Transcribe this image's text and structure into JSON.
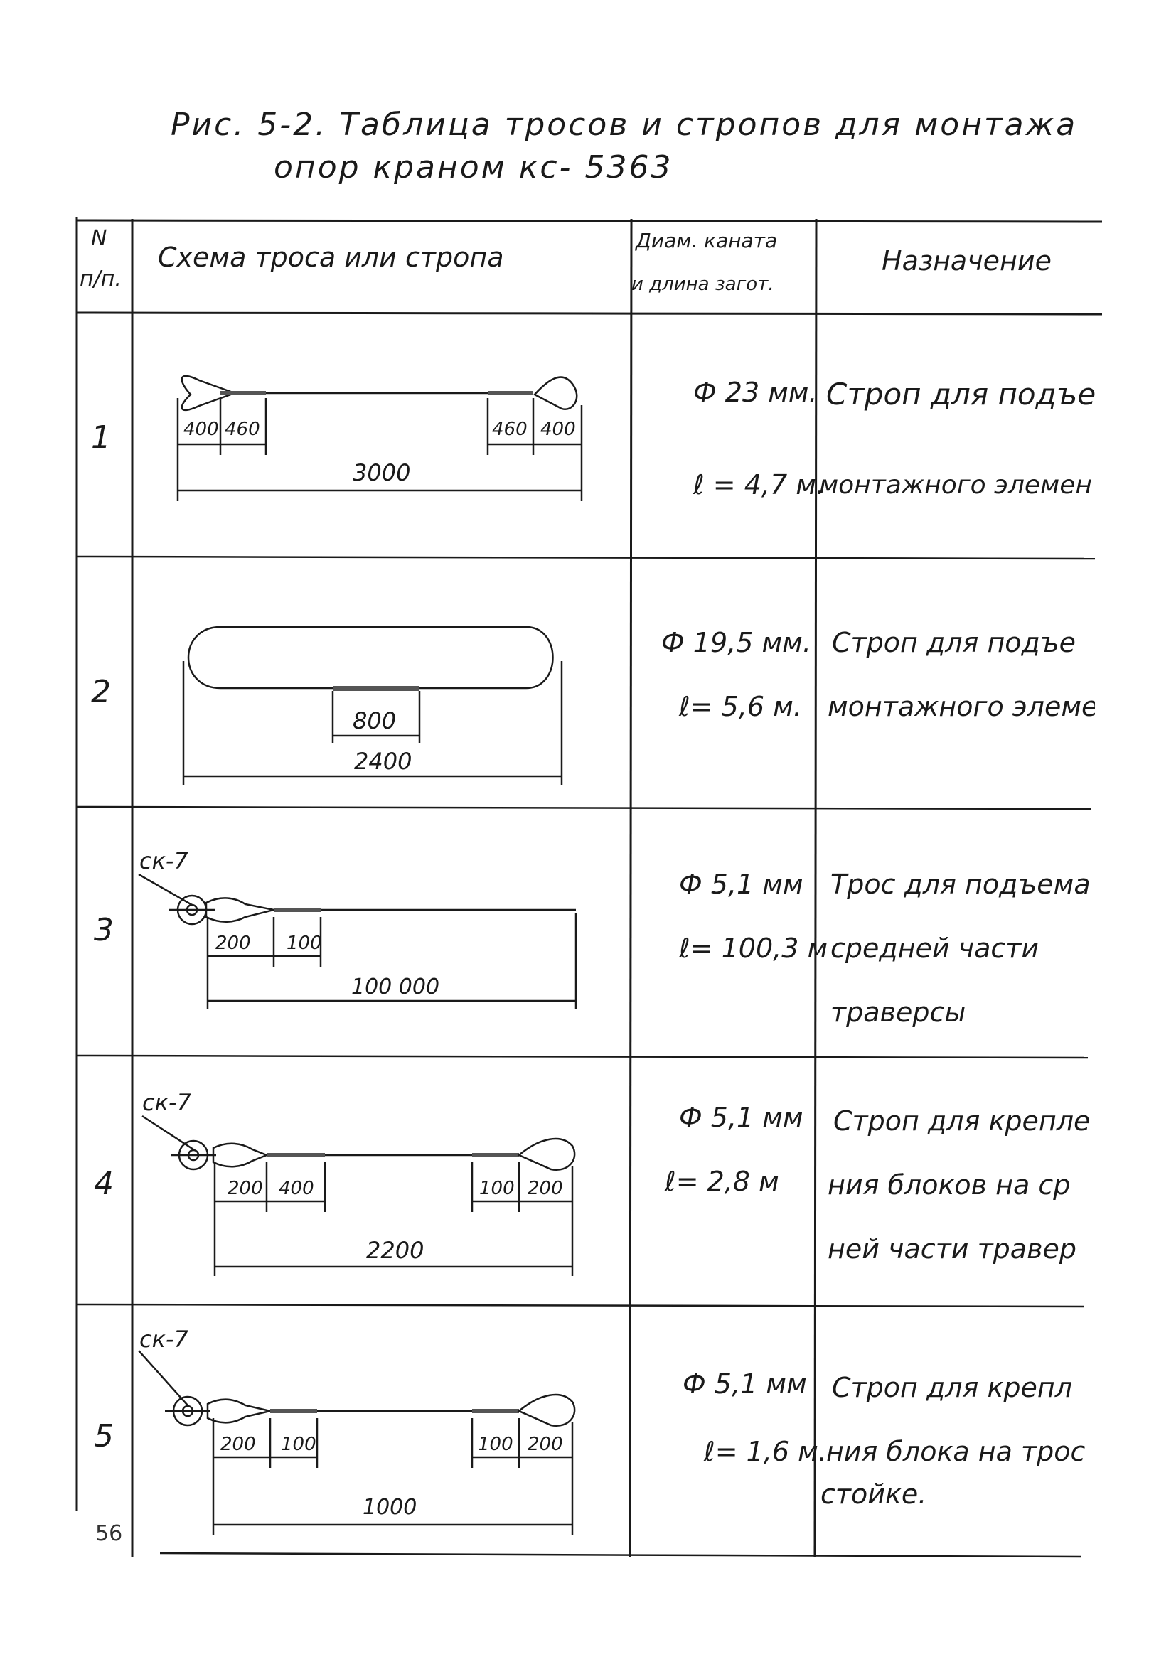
{
  "title": {
    "line1": "Рис. 5-2. Таблица тросов и стропов для монтажа",
    "line2": "опор краном кс- 5363"
  },
  "header": {
    "no_line1": "N",
    "no_line2": "п/п.",
    "scheme": "Схема троса или стропа",
    "diam_line1": "Диам. каната",
    "diam_line2": "и длина загот.",
    "purpose": "Назначение"
  },
  "rows": [
    {
      "no": "1",
      "dims": [
        "400",
        "460",
        "460",
        "400",
        "3000"
      ],
      "diameter": "Ф 23 мм.",
      "length": "ℓ = 4,7 м.",
      "purpose": [
        "Строп для подъе",
        "монтажного элемен"
      ]
    },
    {
      "no": "2",
      "dims": [
        "800",
        "2400"
      ],
      "diameter": "Ф 19,5 мм.",
      "length": "ℓ= 5,6 м.",
      "purpose": [
        "Строп для подъе",
        "монтажного элемен"
      ]
    },
    {
      "no": "3",
      "tag": "ск-7",
      "dims": [
        "200",
        "100",
        "100 000"
      ],
      "diameter": "Ф 5,1 мм",
      "length": "ℓ= 100,3 м",
      "purpose": [
        "Трос для подъема",
        "средней части",
        "траверсы"
      ]
    },
    {
      "no": "4",
      "tag": "ск-7",
      "dims": [
        "200",
        "400",
        "100",
        "200",
        "2200"
      ],
      "diameter": "Ф 5,1 мм",
      "length": "ℓ= 2,8 м",
      "purpose": [
        "Строп для крепле",
        "ния блоков на ср",
        "ней части травер"
      ]
    },
    {
      "no": "5",
      "tag": "ск-7",
      "dims": [
        "200",
        "100",
        "100",
        "200",
        "1000"
      ],
      "diameter": "Ф 5,1 мм",
      "length": "ℓ= 1,6 м.",
      "purpose": [
        "Строп для крепл",
        "ния блока на трос",
        "стойке."
      ]
    }
  ],
  "page_number": "56"
}
